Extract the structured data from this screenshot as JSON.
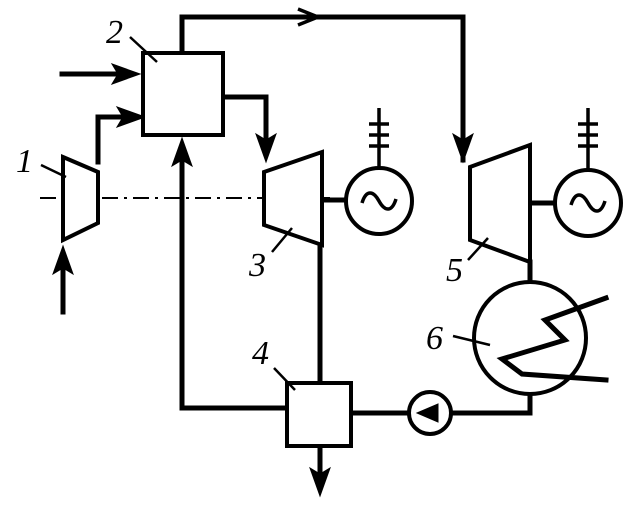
{
  "labels": {
    "compressor": "1",
    "mixer_chamber": "2",
    "turbine_low": "3",
    "separator": "4",
    "turbine_high": "5",
    "condenser": "6"
  }
}
